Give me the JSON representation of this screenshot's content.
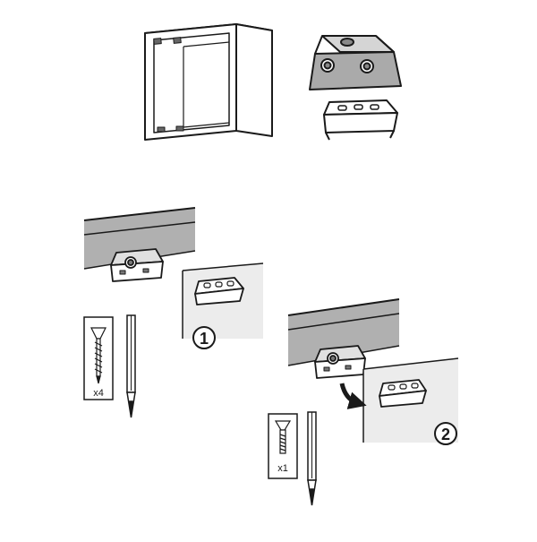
{
  "steps": {
    "step1": {
      "number": "1"
    },
    "step2": {
      "number": "2"
    }
  },
  "hardware": {
    "wood_screw": {
      "quantity": "x4"
    },
    "machine_screw": {
      "quantity": "x1"
    }
  },
  "colors": {
    "line": "#1a1a1a",
    "part_gray": "#aaaaaa",
    "panel_light": "#ececec",
    "rail_gray": "#b0b0b0",
    "white": "#ffffff"
  }
}
